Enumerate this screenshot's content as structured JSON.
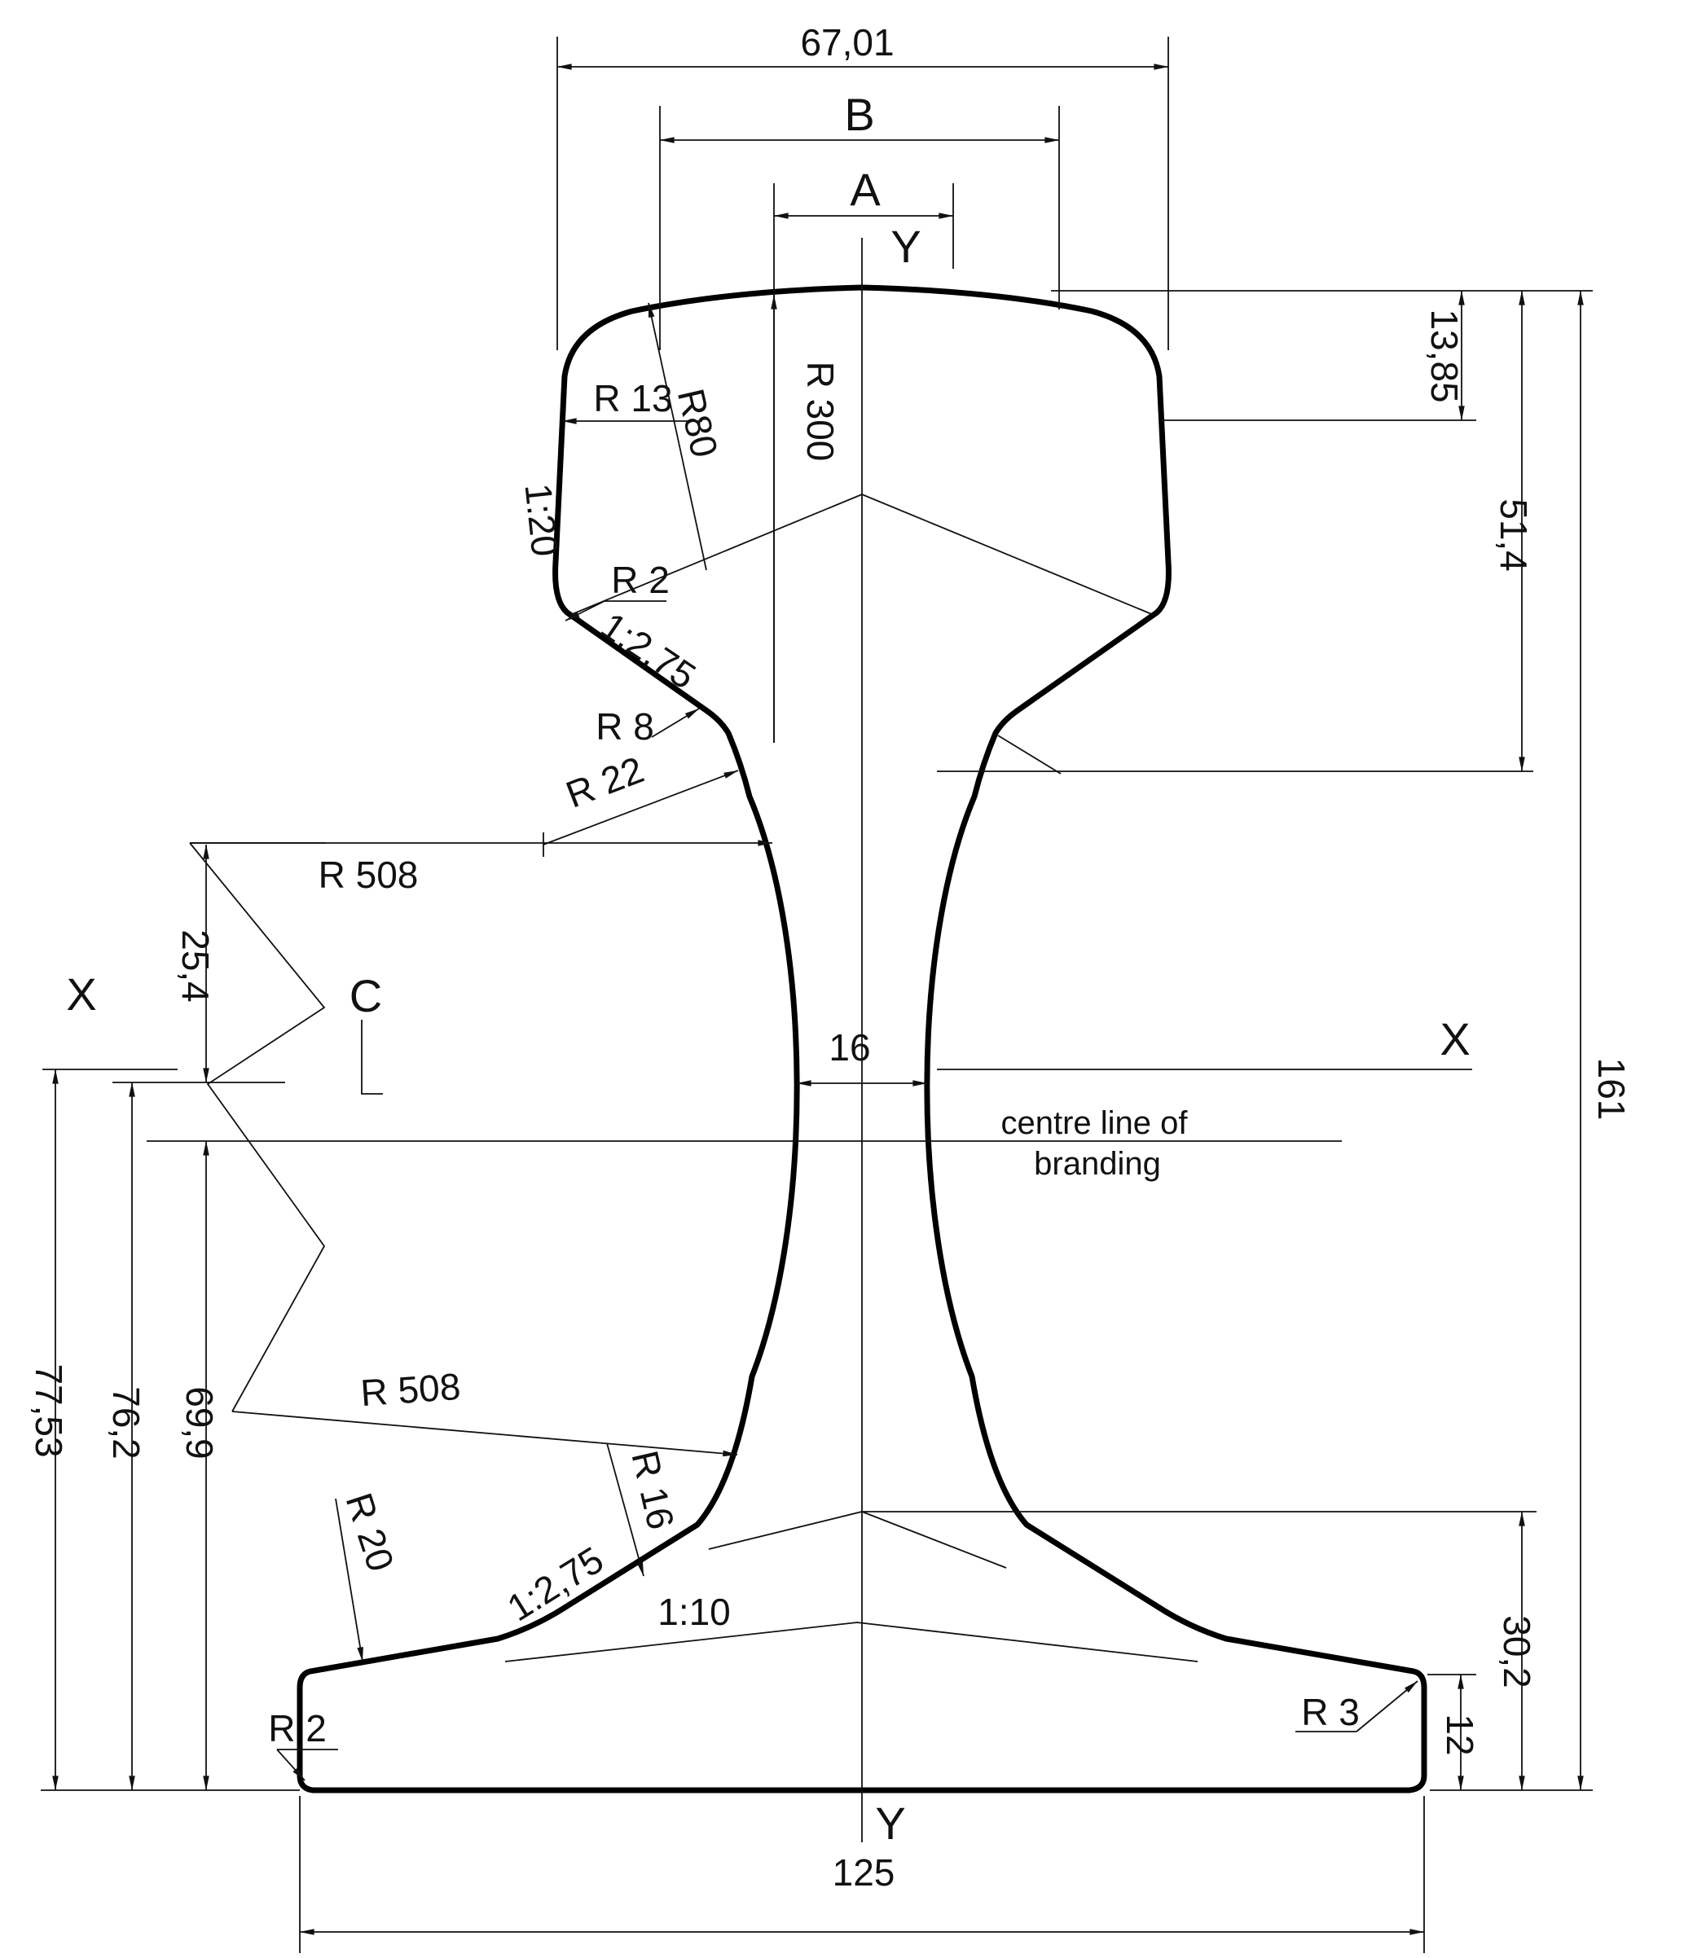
{
  "drawing": {
    "kind": "rail-profile-cross-section",
    "units_implied": "mm",
    "labels": {
      "dim_head_width": "67,01",
      "dim_B": "B",
      "dim_A": "A",
      "axis_y_top": "Y",
      "r13": "R 13",
      "r80": "R80",
      "r300": "R 300",
      "slope_head_side": "1:20",
      "r2_head": "R 2",
      "slope_head_underside": "1:2,75",
      "r8": "R 8",
      "r22": "R 22",
      "r508_upper": "R 508",
      "dim_25_4": "25,4",
      "axis_x_left": "X",
      "point_c": "C",
      "dim_web_16": "16",
      "branding_line_1": "centre line of",
      "branding_line_2": "branding",
      "axis_x_right": "X",
      "dim_13_85": "13,85",
      "dim_51_4": "51,4",
      "dim_161": "161",
      "dim_77_53": "77,53",
      "dim_76_2": "76,2",
      "dim_69_9": "69,9",
      "r508_lower": "R 508",
      "r16": "R 16",
      "r20": "R 20",
      "slope_foot_steep": "1:2,75",
      "slope_foot_1_10": "1:10",
      "dim_30_2": "30,2",
      "dim_12": "12",
      "r3_foot": "R 3",
      "r2_foot": "R 2",
      "axis_y_bottom": "Y",
      "dim_foot_width": "125"
    }
  }
}
